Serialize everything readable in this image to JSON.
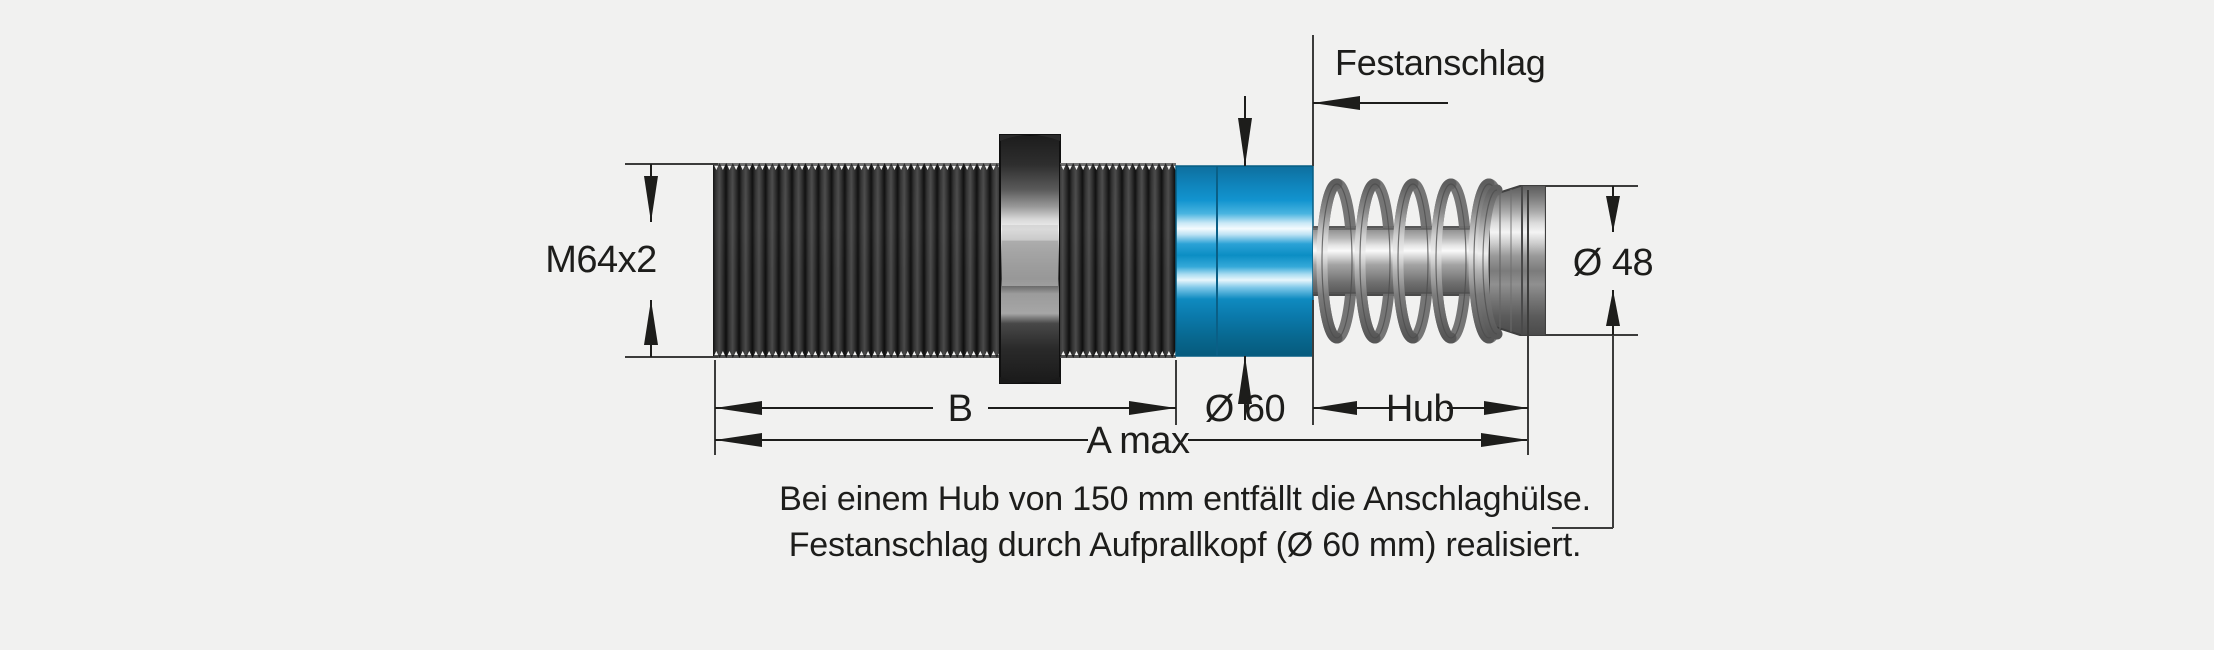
{
  "drawing": {
    "title": "Industrial shock absorber cross-section drawing",
    "background_color": "#f1f1f0",
    "ink_color": "#1d1d1b",
    "accent_color": "#0b7fb4"
  },
  "dimensions": {
    "thread_label": "M64x2",
    "body_length_label": "B",
    "overall_length_label": "A max",
    "impact_head_diameter_label": "Ø 60",
    "stroke_label": "Hub",
    "stop_sleeve_diameter_label": "Ø 48"
  },
  "annotations": {
    "fixed_stop_label": "Festanschlag"
  },
  "caption": {
    "line1": "Bei einem Hub von 150 mm entfällt die Anschlaghülse.",
    "line2": "Festanschlag durch Aufprallkopf (Ø 60 mm) realisiert."
  },
  "parts": {
    "threaded_body": "threaded-body",
    "hex_nut": "hex-nut",
    "impact_head": "impact-head",
    "return_spring": "return-spring",
    "piston_rod": "piston-rod",
    "stop_sleeve": "stop-sleeve"
  }
}
